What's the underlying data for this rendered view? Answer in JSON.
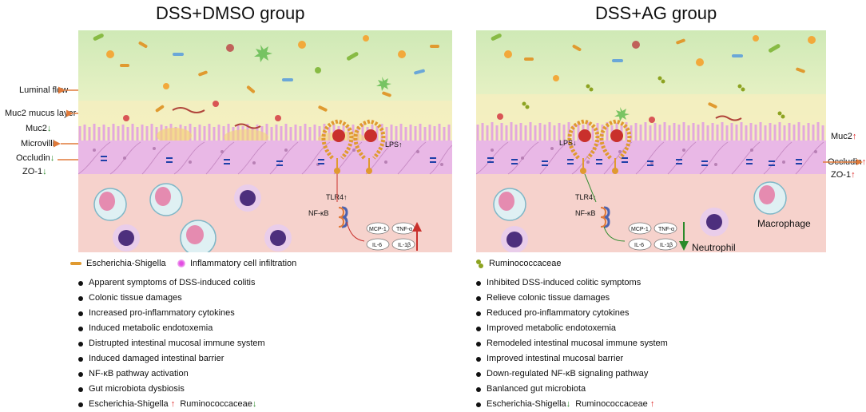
{
  "left": {
    "title": "DSS+DMSO group",
    "side_labels": {
      "luminal": "Luminal flow",
      "mucus": "Muc2 mucus layer",
      "muc2": "Muc2",
      "microvilli": "Microvilli",
      "occludin": "Occludin",
      "zo1": "ZO-1",
      "arrow_down": "↓"
    },
    "diagram": {
      "lps": "LPS↑",
      "tlr4": "TLR4↑",
      "nfkb": "NF-κB",
      "mcp1": "MCP-1",
      "tnfa": "TNF-α",
      "il6": "IL-6",
      "il1b": "IL-1β"
    },
    "legend": {
      "escherichia": "Escherichia-Shigella",
      "inflam": "Inflammatory cell infiltration"
    },
    "bullets": [
      "Apparent symptoms of  DSS-induced colitis",
      "Colonic tissue damages",
      "Increased pro-inflammatory cytokines",
      "Induced metabolic endotoxemia",
      "Distrupted  intestinal mucosal immune system",
      "Induced damaged intestinal barrier",
      "NF-κB pathway activation",
      "Gut microbiota dysbiosis"
    ],
    "last_bullet": {
      "a": "Escherichia-Shigella",
      "a_arrow": "↑",
      "b": "Ruminococcaceae",
      "b_arrow": "↓"
    }
  },
  "right": {
    "title": "DSS+AG group",
    "side_labels": {
      "muc2": "Muc2",
      "occludin": "Occludin",
      "zo1": "ZO-1",
      "arrow_up": "↑"
    },
    "diagram": {
      "lps": "LPS↓",
      "tlr4": "TLR4↓",
      "nfkb": "NF-κB",
      "mcp1": "MCP-1",
      "tnfa": "TNF-α",
      "il6": "IL-6",
      "il1b": "IL-1β",
      "neutrophil": "Neutrophil",
      "macrophage": "Macrophage"
    },
    "legend": {
      "rumino": "Ruminococcaceae"
    },
    "bullets": [
      "Inhibited DSS-induced colitic symptoms",
      "Relieve colonic tissue damages",
      "Reduced pro-inflammatory cytokines",
      "Improved metabolic endotoxemia",
      "Remodeled  intestinal mucosal immune system",
      "Improved intestinal mucosal barrier",
      "Down-regulated NF-κB signaling pathway",
      "Banlanced gut microbiota"
    ],
    "last_bullet": {
      "a": "Escherichia-Shigella",
      "a_arrow": "↓",
      "b": "Ruminococcaceae",
      "b_arrow": "↑"
    }
  },
  "colors": {
    "lumen": "#dcefc4",
    "mucus": "#f4f1c2",
    "epithelium": "#e9b8e6",
    "lamina": "#f6d2cc",
    "red_arrow": "#cc2222",
    "green_arrow": "#2a8a2a",
    "orange_line": "#e07a3a"
  }
}
